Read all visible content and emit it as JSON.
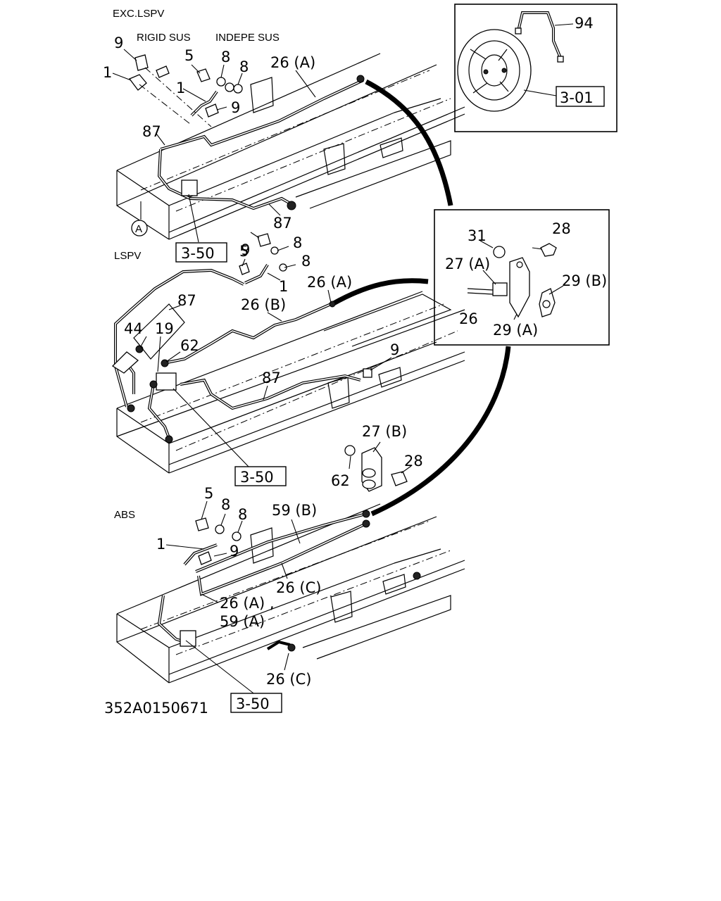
{
  "sections": {
    "exc_lspv": "EXC.LSPV",
    "rigid_sus": "RIGID SUS",
    "indepe_sus": "INDEPE SUS",
    "lspv": "LSPV",
    "abs": "ABS"
  },
  "callouts": {
    "n9": "9",
    "n1": "1",
    "n5": "5",
    "n8": "8",
    "n26a": "26 (A)",
    "n87": "87",
    "n94": "94",
    "n31": "31",
    "n28": "28",
    "n27a": "27 (A)",
    "n29b": "29 (B)",
    "n26": "26",
    "n29a": "29 (A)",
    "n44": "44",
    "n19": "19",
    "n62": "62",
    "n26b": "26 (B)",
    "n27b": "27 (B)",
    "n59b": "59 (B)",
    "n26c": "26 (C)",
    "n26a59a_1": "26 (A) ,",
    "n26a59a_2": "59 (A)",
    "circle_a": "A"
  },
  "refs": {
    "r301": "3-01",
    "r350": "3-50"
  },
  "drawing_number": "352A0150671"
}
